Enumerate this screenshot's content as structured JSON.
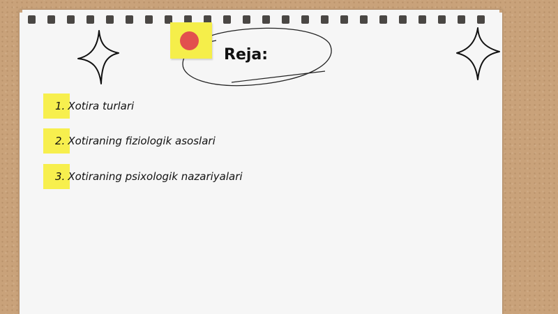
{
  "slide": {
    "title": "Reja:",
    "items": [
      {
        "number": "1.",
        "text": "Xotira turlari"
      },
      {
        "number": "2.",
        "text": "Xotiraning fiziologik asoslari"
      },
      {
        "number": "3.",
        "text": "Xotiraning psixologik nazariyalari"
      }
    ]
  },
  "colors": {
    "background": "#c9a27a",
    "paper": "#f6f6f6",
    "sticky_note": "#f5ee4a",
    "pin": "#e2504e",
    "highlight": "#f7ef4e"
  },
  "icons": [
    "sparkle-icon",
    "pushpin-icon"
  ]
}
